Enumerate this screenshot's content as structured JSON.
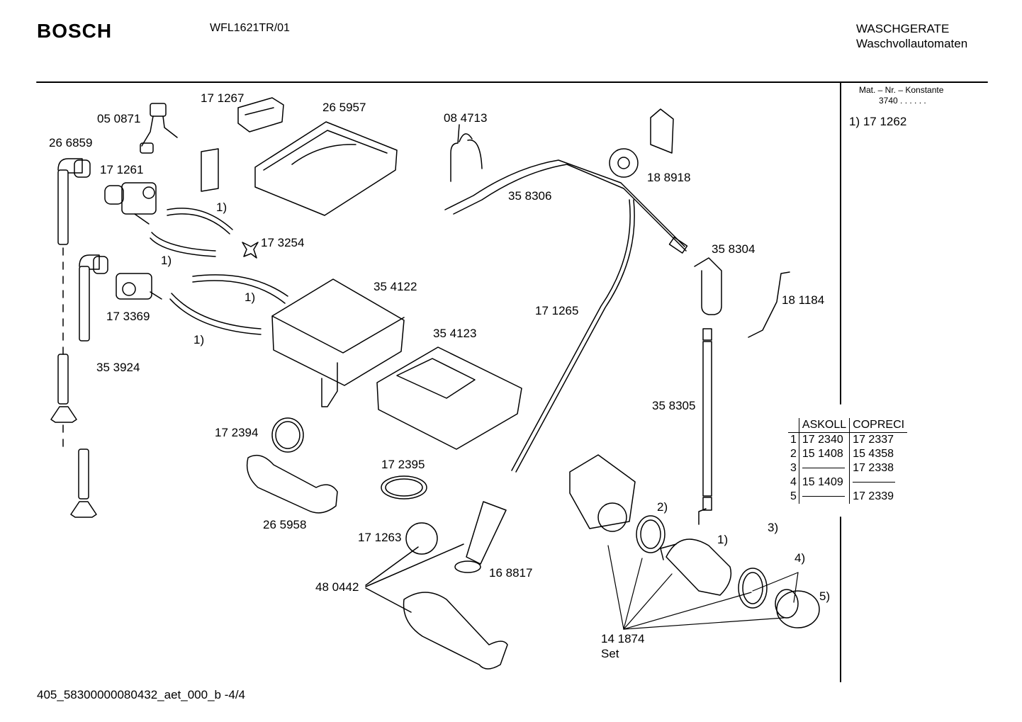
{
  "header": {
    "brand": "BOSCH",
    "model": "WFL1621TR/01",
    "category_line1": "WASCHGERATE",
    "category_line2": "Waschvollautomaten"
  },
  "side_panel": {
    "mat_label": "Mat. – Nr. – Konstante",
    "konstante": "3740 . . . . . .",
    "note": "1)  17 1262"
  },
  "variant_table": {
    "columns": [
      "ASKOLL",
      "COPRECI"
    ],
    "rows": [
      {
        "index": "1",
        "askoll": "17 2340",
        "copreci": "17 2337"
      },
      {
        "index": "2",
        "askoll": "15 1408",
        "copreci": "15 4358"
      },
      {
        "index": "3",
        "askoll": "",
        "copreci": "17 2338"
      },
      {
        "index": "4",
        "askoll": "15 1409",
        "copreci": ""
      },
      {
        "index": "5",
        "askoll": "",
        "copreci": "17 2339"
      }
    ]
  },
  "part_labels": {
    "p050871": "05 0871",
    "p171267": "17 1267",
    "p265957": "26 5957",
    "p084713": "08 4713",
    "p266859": "26 6859",
    "p171261": "17 1261",
    "p188918": "18 8918",
    "p358306": "35 8306",
    "p173254": "17 3254",
    "p358304": "35 8304",
    "p354122": "35 4122",
    "p181184": "18 1184",
    "p173369": "17 3369",
    "p171265": "17 1265",
    "p354123": "35 4123",
    "p353924": "35 3924",
    "p358305": "35 8305",
    "p172394": "17 2394",
    "p172395": "17 2395",
    "p265958": "26 5958",
    "p171263": "17 1263",
    "p168817": "16 8817",
    "p480442": "48 0442",
    "p141874": "14 1874",
    "set": "Set"
  },
  "callouts": {
    "c1a": "1)",
    "c1b": "1)",
    "c1c": "1)",
    "c1d": "1)",
    "c1e": "1)",
    "c2": "2)",
    "c3": "3)",
    "c4": "4)",
    "c5": "5)"
  },
  "footer": {
    "doc_id": "405_58300000080432_aet_000_b  -4/4"
  }
}
